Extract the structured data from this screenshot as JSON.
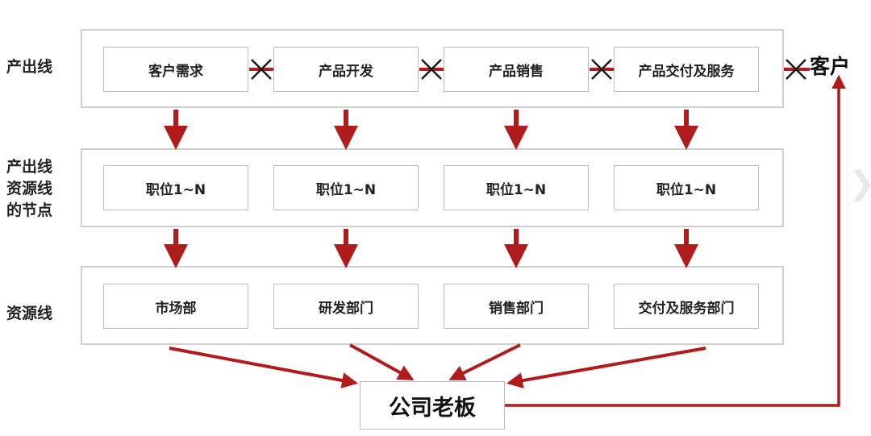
{
  "colors": {
    "arrow": "#b01c1c",
    "cross": "#1a1a1a",
    "box_border": "#bdbdbd",
    "band_border": "#cfcfcf"
  },
  "labels": {
    "row1": "产出线",
    "row2_line1": "产出线",
    "row2_line2": "资源线",
    "row2_line3": "的节点",
    "row3": "资源线"
  },
  "production_line": [
    "客户需求",
    "产品开发",
    "产品销售",
    "产品交付及服务"
  ],
  "position_nodes": [
    "职位1~N",
    "职位1~N",
    "职位1~N",
    "职位1~N"
  ],
  "resource_line": [
    "市场部",
    "研发部门",
    "销售部门",
    "交付及服务部门"
  ],
  "customer": "客户",
  "boss": "公司老板",
  "icons": {
    "broken_link": "cross-icon",
    "flow": "arrow-icon"
  }
}
